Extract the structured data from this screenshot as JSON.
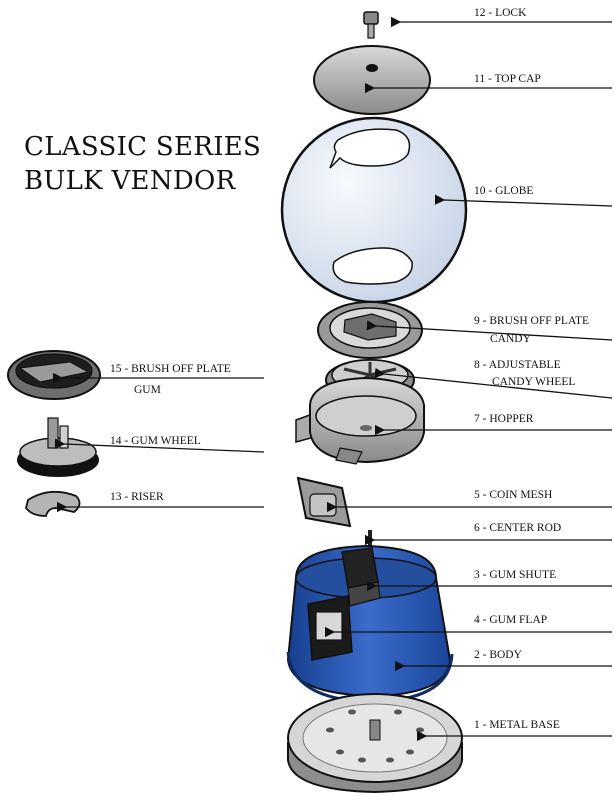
{
  "title": {
    "line1": "CLASSIC SERIES",
    "line2": "BULK VENDOR"
  },
  "parts": [
    {
      "label": "12 - LOCK",
      "sub": ""
    },
    {
      "label": "11 - TOP CAP",
      "sub": ""
    },
    {
      "label": "10 - GLOBE",
      "sub": ""
    },
    {
      "label": "9 - BRUSH OFF PLATE",
      "sub": "CANDY"
    },
    {
      "label": "8 - ADJUSTABLE",
      "sub": "CANDY WHEEL"
    },
    {
      "label": "7 - HOPPER",
      "sub": ""
    },
    {
      "label": "5 - COIN MESH",
      "sub": ""
    },
    {
      "label": "6 - CENTER ROD",
      "sub": ""
    },
    {
      "label": "3 - GUM SHUTE",
      "sub": ""
    },
    {
      "label": "4 - GUM FLAP",
      "sub": ""
    },
    {
      "label": "2 - BODY",
      "sub": ""
    },
    {
      "label": "1 - METAL BASE",
      "sub": ""
    },
    {
      "label": "15 - BRUSH OFF PLATE",
      "sub": "GUM"
    },
    {
      "label": "14 - GUM WHEEL",
      "sub": ""
    },
    {
      "label": "13 - RISER",
      "sub": ""
    }
  ],
  "colors": {
    "body_blue": "#1f4fa8",
    "body_blue_light": "#3a6ccc",
    "metal_gray": "#9a9a9a",
    "globe_fill": "#e6edf6",
    "line": "#111111"
  }
}
